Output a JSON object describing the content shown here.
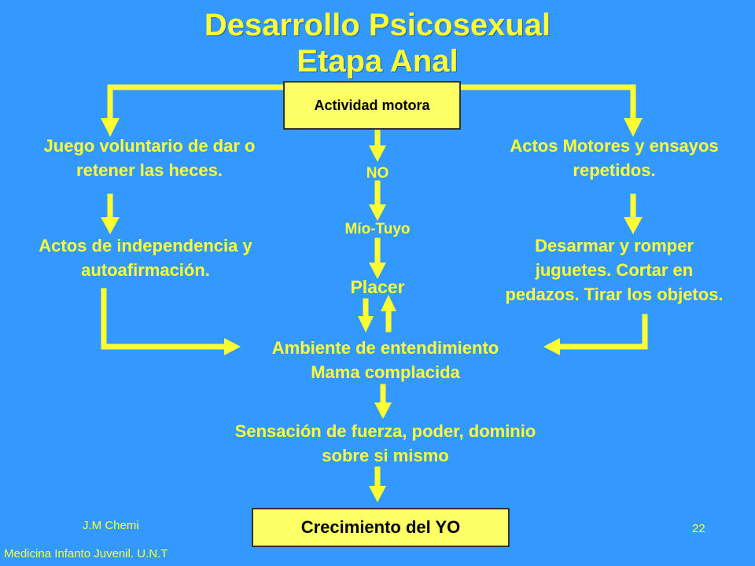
{
  "title": {
    "line1": "Desarrollo Psicosexual",
    "line2": "Etapa Anal"
  },
  "center": {
    "top_box": "Actividad motora",
    "no": "NO",
    "mio_tuyo": "Mío-Tuyo",
    "placer": "Placer"
  },
  "left": {
    "item1_line1": "Juego voluntario de dar o",
    "item1_line2": "retener las heces.",
    "item2_line1": "Actos de independencia y",
    "item2_line2": "autoafirmación."
  },
  "right": {
    "item1_line1": "Actos Motores y ensayos",
    "item1_line2": "repetidos.",
    "item2_line1": "Desarmar y romper",
    "item2_line2": "juguetes. Cortar en",
    "item2_line3": "pedazos. Tirar los objetos."
  },
  "bottom": {
    "ambiente_line1": "Ambiente de entendimiento",
    "ambiente_line2": "Mama complacida",
    "sensacion_line1": "Sensación de fuerza, poder, dominio",
    "sensacion_line2": "sobre si mismo",
    "final_box": "Crecimiento del YO"
  },
  "footer": {
    "author": "J.M Chemi",
    "institution": "Medicina Infanto Juvenil. U.N.T",
    "page_number": "22"
  },
  "colors": {
    "background": "#3399ff",
    "text": "#ffff33",
    "box_fill": "#ffff66"
  }
}
